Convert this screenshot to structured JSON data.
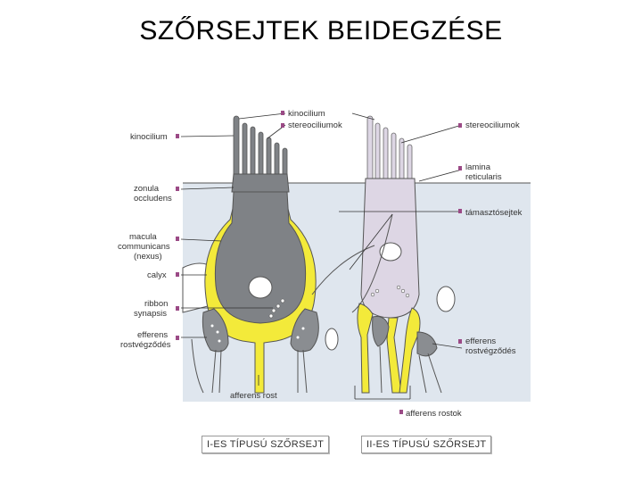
{
  "title": "SZŐRSEJTEK BEIDEGZÉSE",
  "labels": {
    "kinocilium_top": "kinocilium",
    "stereociliumok_top": "stereociliumok",
    "kinocilium_left": "kinocilium",
    "stereociliumok_right": "stereociliumok",
    "zonula_1": "zonula",
    "zonula_2": "occludens",
    "lamina_1": "lamina",
    "lamina_2": "reticularis",
    "tamasztosejtek": "támasztósejtek",
    "macula_1": "macula",
    "macula_2": "communicans",
    "macula_3": "(nexus)",
    "calyx": "calyx",
    "ribbon_1": "ribbon",
    "ribbon_2": "synapsis",
    "efferens_left_1": "efferens",
    "efferens_left_2": "rostvégződés",
    "efferens_right_1": "efferens",
    "efferens_right_2": "rostvégződés",
    "afferens_rost": "afferens rost",
    "afferens_rostok": "afferens rostok"
  },
  "type_labels": {
    "type1": "I-ES TÍPUSÚ SZŐRSEJT",
    "type2": "II-ES TÍPUSÚ SZŐRSEJT"
  },
  "colors": {
    "background_tissue": "#dfe6ee",
    "hair_cell_1": "#7f8286",
    "hair_cell_2": "#ddd6e4",
    "nerve_yellow": "#f3ea3a",
    "marker": "#9b4a86"
  }
}
